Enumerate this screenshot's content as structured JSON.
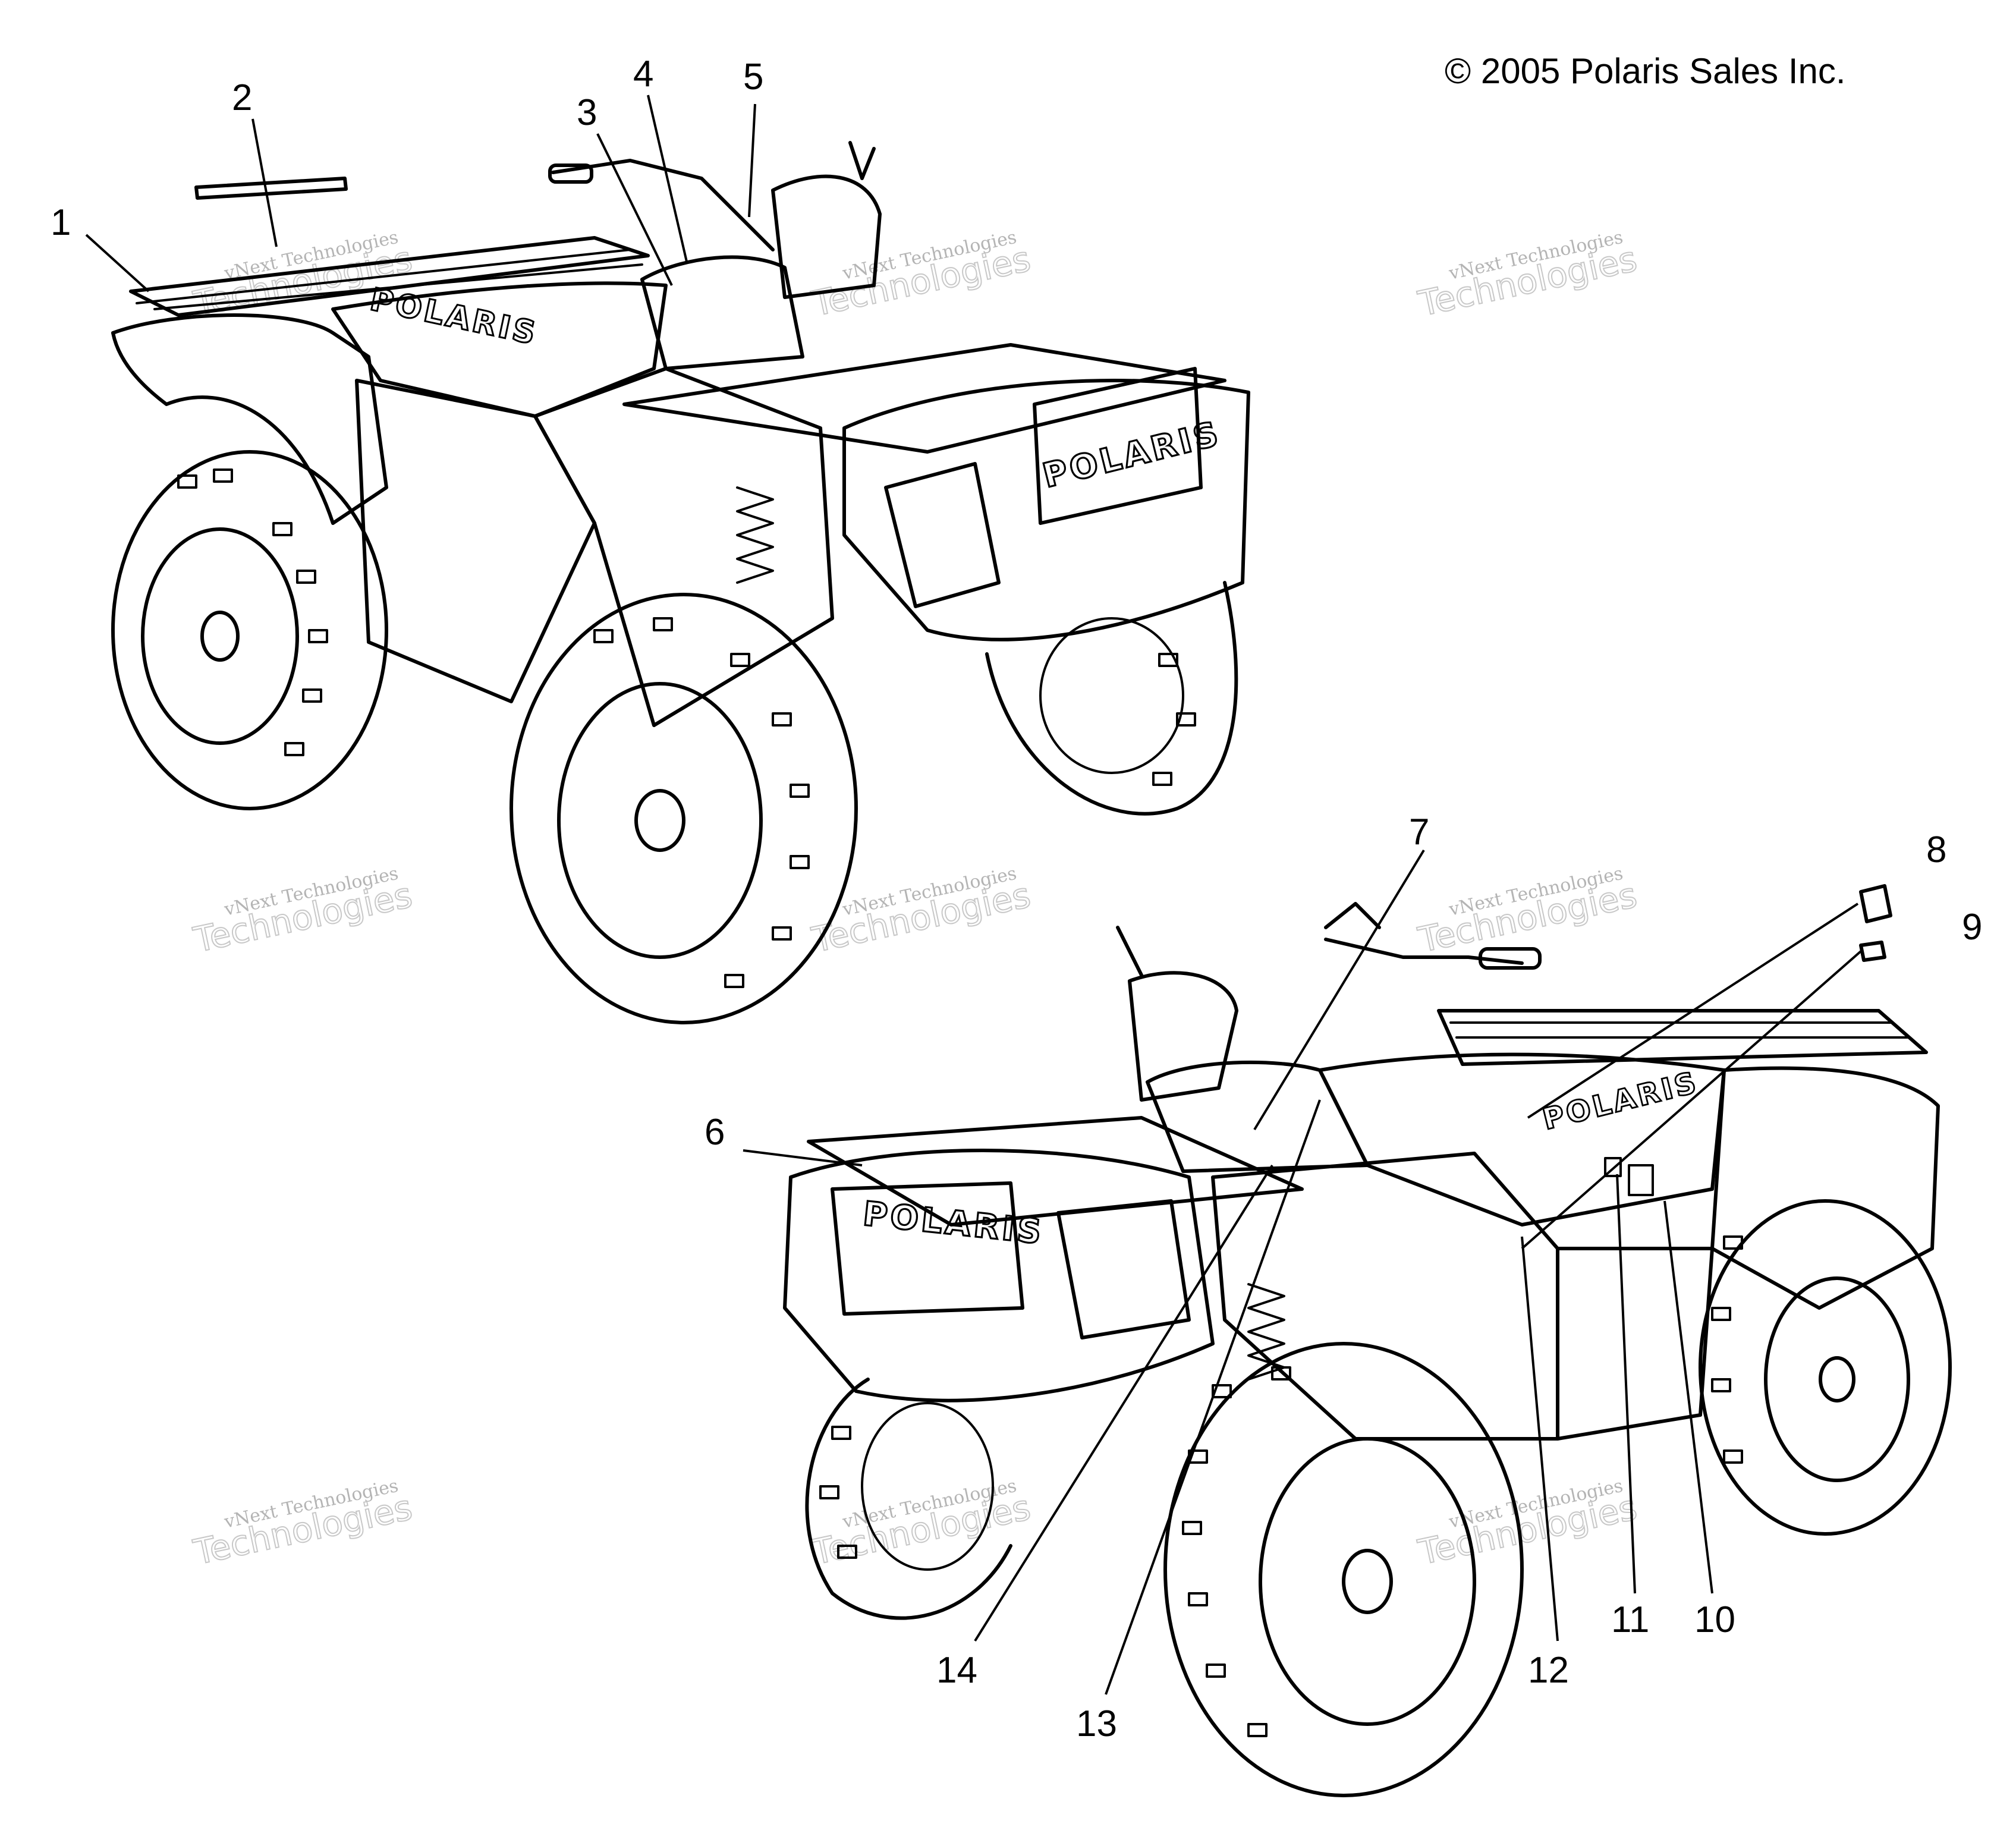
{
  "copyright": "© 2005 Polaris Sales Inc.",
  "brand_logo": "POLARIS",
  "watermark": {
    "line1": "vNext Technologies",
    "line2": "vNext",
    "line3": "Technologies"
  },
  "callouts": [
    "1",
    "2",
    "3",
    "4",
    "5",
    "6",
    "7",
    "8",
    "9",
    "10",
    "11",
    "12",
    "13",
    "14"
  ],
  "vehicles": [
    "atv-front-right-view",
    "atv-front-left-view"
  ]
}
